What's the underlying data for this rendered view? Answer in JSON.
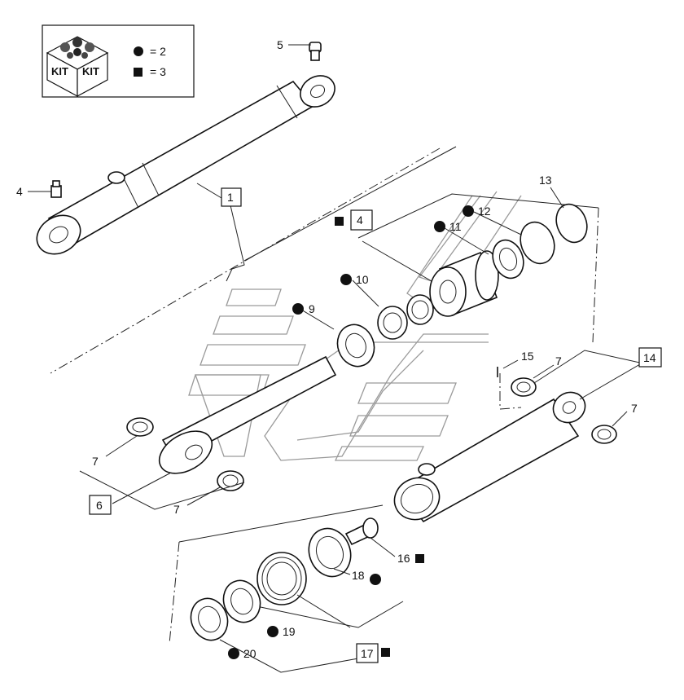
{
  "legend": {
    "kit_text": "KIT",
    "dot_text": "= 2",
    "square_text": "= 3"
  },
  "callouts": {
    "c1": "1",
    "c4a": "4",
    "c4b": "4",
    "c5": "5",
    "c6": "6",
    "c7a": "7",
    "c7b": "7",
    "c7c": "7",
    "c7d": "7",
    "c9": "9",
    "c10": "10",
    "c11": "11",
    "c12": "12",
    "c13": "13",
    "c14": "14",
    "c15": "15",
    "c16": "16",
    "c17": "17",
    "c18": "18",
    "c19": "19",
    "c20": "20"
  },
  "colors": {
    "line": "#111111",
    "watermark": "#9a9a9a"
  }
}
